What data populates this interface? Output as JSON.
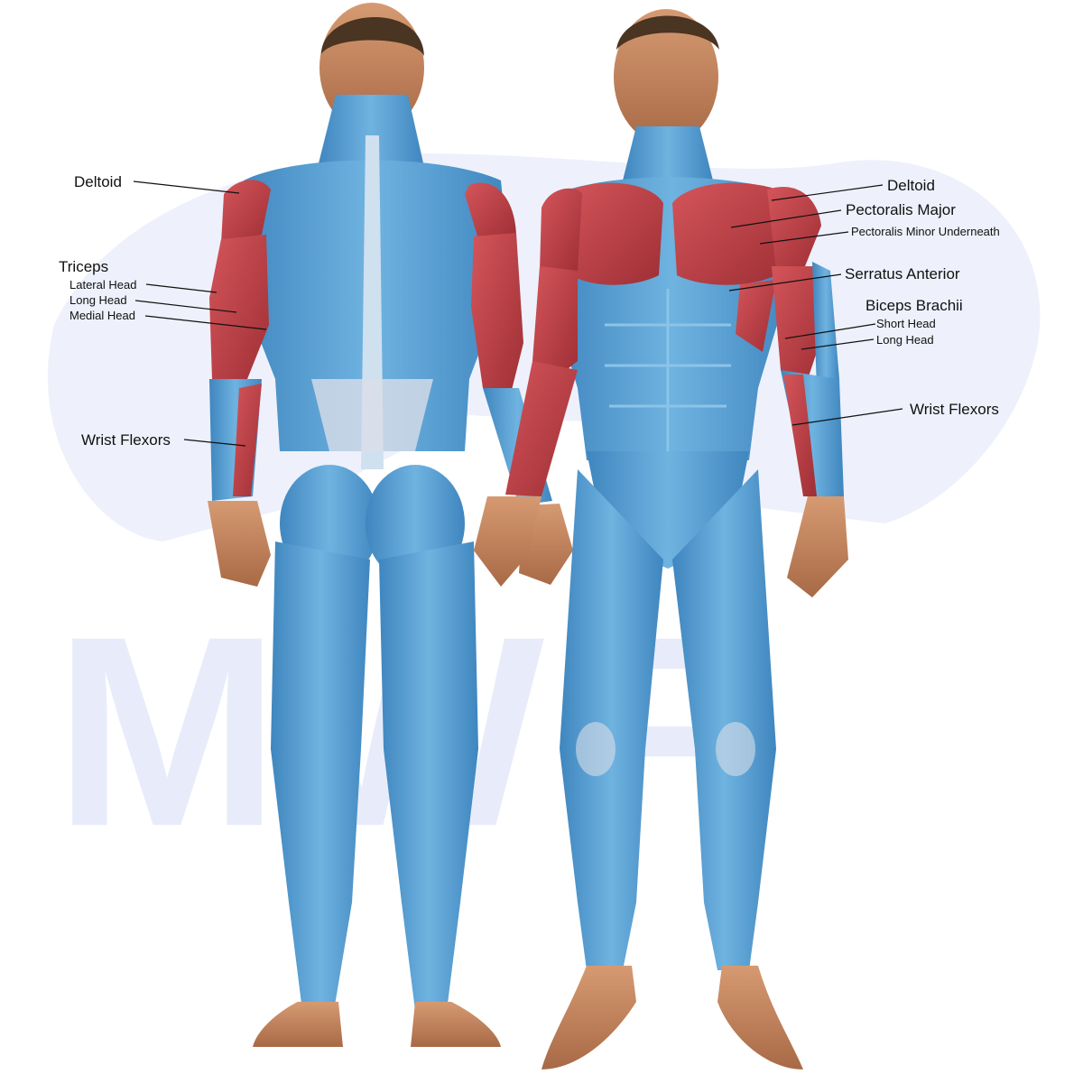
{
  "watermark": {
    "text": "MWF",
    "color": "#e8ecfa"
  },
  "colors": {
    "muscle_base": "#5fa8d8",
    "muscle_shade": "#3f86bf",
    "muscle_highlight": "#8cc4e8",
    "target_muscle": "#c8454a",
    "target_shade": "#9e2f35",
    "tendon": "#d9dde8",
    "skin": "#c98a62",
    "skin_dark": "#a86a46",
    "hair": "#4a3422",
    "leader_line": "#111111"
  },
  "back_view": {
    "labels": {
      "deltoid": "Deltoid",
      "triceps": "Triceps",
      "triceps_lateral": "Lateral Head",
      "triceps_long": "Long Head",
      "triceps_medial": "Medial Head",
      "wrist_flexors": "Wrist Flexors"
    }
  },
  "front_view": {
    "labels": {
      "deltoid": "Deltoid",
      "pec_major": "Pectoralis Major",
      "pec_minor": "Pectoralis Minor Underneath",
      "serratus": "Serratus Anterior",
      "biceps": "Biceps Brachii",
      "biceps_short": "Short Head",
      "biceps_long": "Long Head",
      "wrist_flexors": "Wrist Flexors"
    }
  }
}
